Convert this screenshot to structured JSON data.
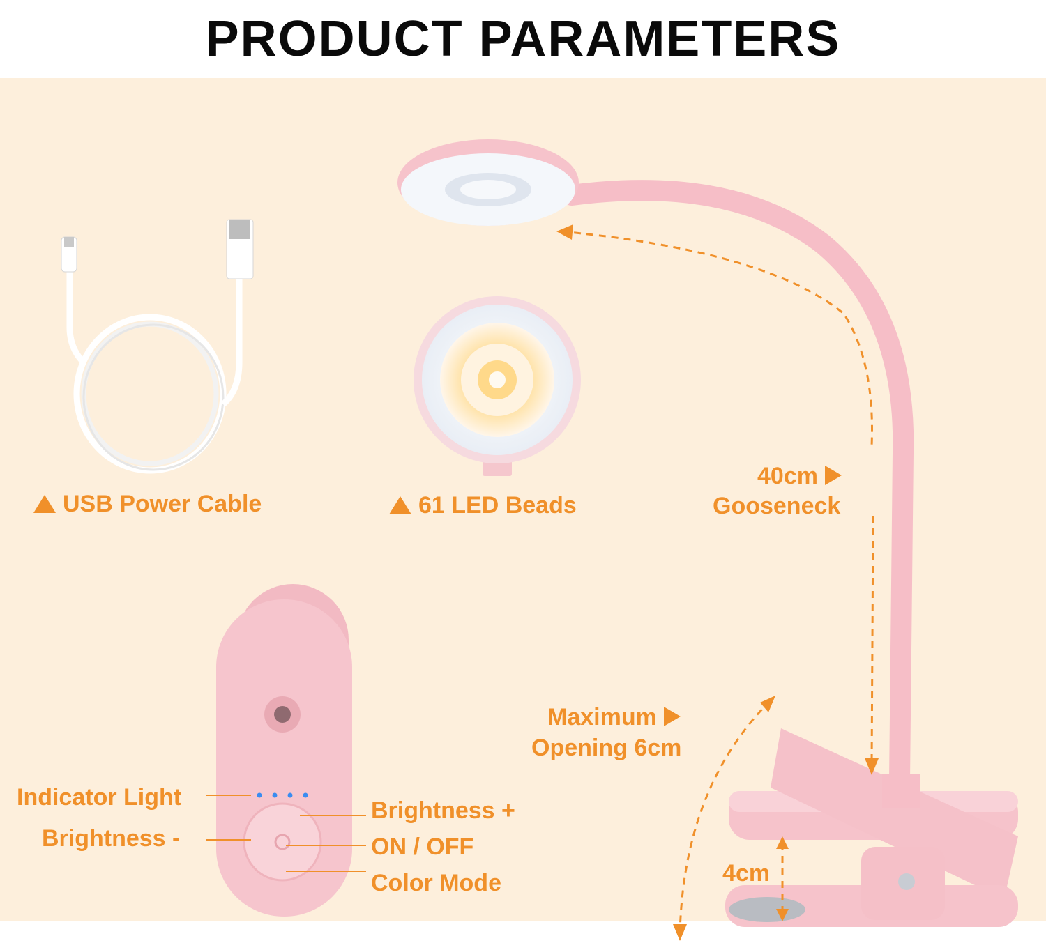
{
  "title": "PRODUCT PARAMETERS",
  "captions": {
    "usb_cable": "USB Power Cable",
    "led_beads": "61 LED Beads"
  },
  "gooseneck": {
    "length": "40cm",
    "label": "Gooseneck"
  },
  "clip": {
    "opening_line1": "Maximum",
    "opening_line2": "Opening 6cm",
    "thickness": "4cm"
  },
  "controls": {
    "indicator": "Indicator Light",
    "brightness_down": "Brightness -",
    "brightness_up": "Brightness +",
    "power": "ON / OFF",
    "color_mode": "Color Mode"
  },
  "colors": {
    "accent": "#f0902a",
    "background": "#fdefdc",
    "lamp_pink": "#f6c3cb",
    "indicator_blue": "#3a8cf0"
  },
  "icons": [
    "triangle-up-icon",
    "triangle-right-icon",
    "usb-cable-icon",
    "led-panel-icon",
    "lamp-icon",
    "control-base-icon"
  ]
}
